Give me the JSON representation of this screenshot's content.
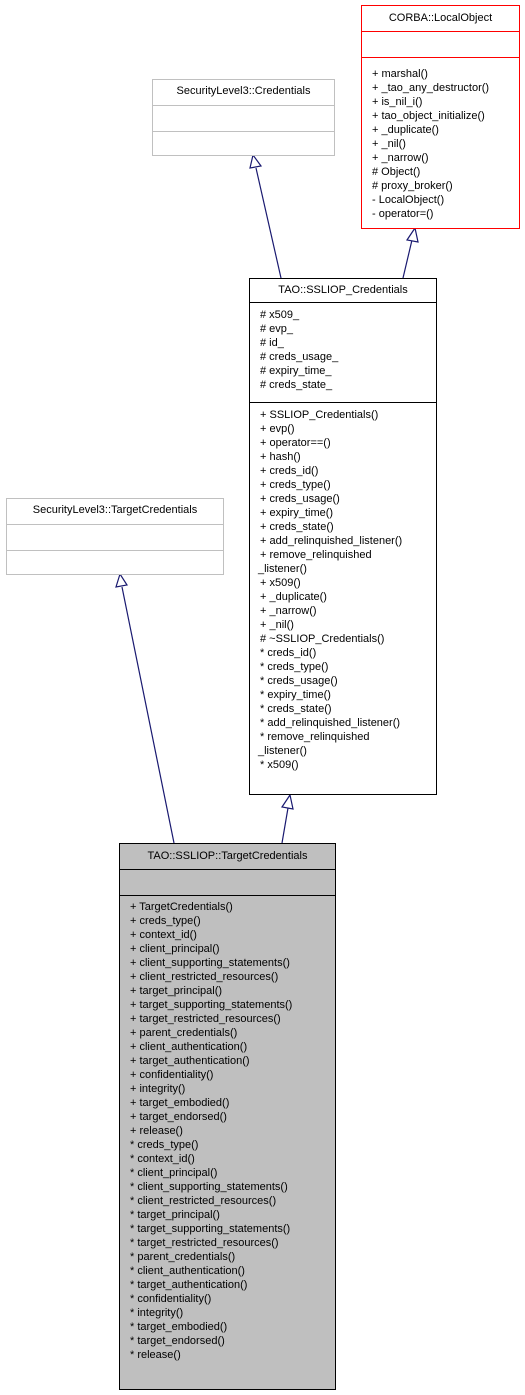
{
  "diagram": {
    "local_object": {
      "name": "CORBA::LocalObject",
      "attributes": [],
      "operations": [
        "+ marshal()",
        "+ _tao_any_destructor()",
        "+ is_nil_i()",
        "+ tao_object_initialize()",
        "+ _duplicate()",
        "+ _nil()",
        "+ _narrow()",
        "# Object()",
        "# proxy_broker()",
        "- LocalObject()",
        "- operator=()"
      ]
    },
    "sl3_credentials": {
      "name": "SecurityLevel3::Credentials",
      "attributes": [],
      "operations": []
    },
    "ssliop_credentials": {
      "name": "TAO::SSLIOP_Credentials",
      "attributes": [
        "# x509_",
        "# evp_",
        "# id_",
        "# creds_usage_",
        "# expiry_time_",
        "# creds_state_"
      ],
      "operations": [
        "+ SSLIOP_Credentials()",
        "+ evp()",
        "+ operator==()",
        "+ hash()",
        "+ creds_id()",
        "+ creds_type()",
        "+ creds_usage()",
        "+ expiry_time()",
        "+ creds_state()",
        "+ add_relinquished_listener()",
        "+ remove_relinquished",
        "_listener()",
        "+ x509()",
        "+ _duplicate()",
        "+ _narrow()",
        "+ _nil()",
        "# ~SSLIOP_Credentials()",
        "* creds_id()",
        "* creds_type()",
        "* creds_usage()",
        "* expiry_time()",
        "* creds_state()",
        "* add_relinquished_listener()",
        "* remove_relinquished",
        "_listener()",
        "* x509()"
      ]
    },
    "sl3_target_credentials": {
      "name": "SecurityLevel3::TargetCredentials",
      "attributes": [],
      "operations": []
    },
    "target_credentials": {
      "name": "TAO::SSLIOP::TargetCredentials",
      "attributes": [],
      "operations": [
        "+ TargetCredentials()",
        "+ creds_type()",
        "+ context_id()",
        "+ client_principal()",
        "+ client_supporting_statements()",
        "+ client_restricted_resources()",
        "+ target_principal()",
        "+ target_supporting_statements()",
        "+ target_restricted_resources()",
        "+ parent_credentials()",
        "+ client_authentication()",
        "+ target_authentication()",
        "+ confidentiality()",
        "+ integrity()",
        "+ target_embodied()",
        "+ target_endorsed()",
        "+ release()",
        "* creds_type()",
        "* context_id()",
        "* client_principal()",
        "* client_supporting_statements()",
        "* client_restricted_resources()",
        "* target_principal()",
        "* target_supporting_statements()",
        "* target_restricted_resources()",
        "* parent_credentials()",
        "* client_authentication()",
        "* target_authentication()",
        "* confidentiality()",
        "* integrity()",
        "* target_embodied()",
        "* target_endorsed()",
        "* release()"
      ]
    },
    "colors": {
      "external_border": "#ff0000",
      "undocumented_border": "#c0c0c0",
      "class_border": "#000000",
      "highlight_fill": "#bfbfbf",
      "edge": "#191970"
    }
  }
}
